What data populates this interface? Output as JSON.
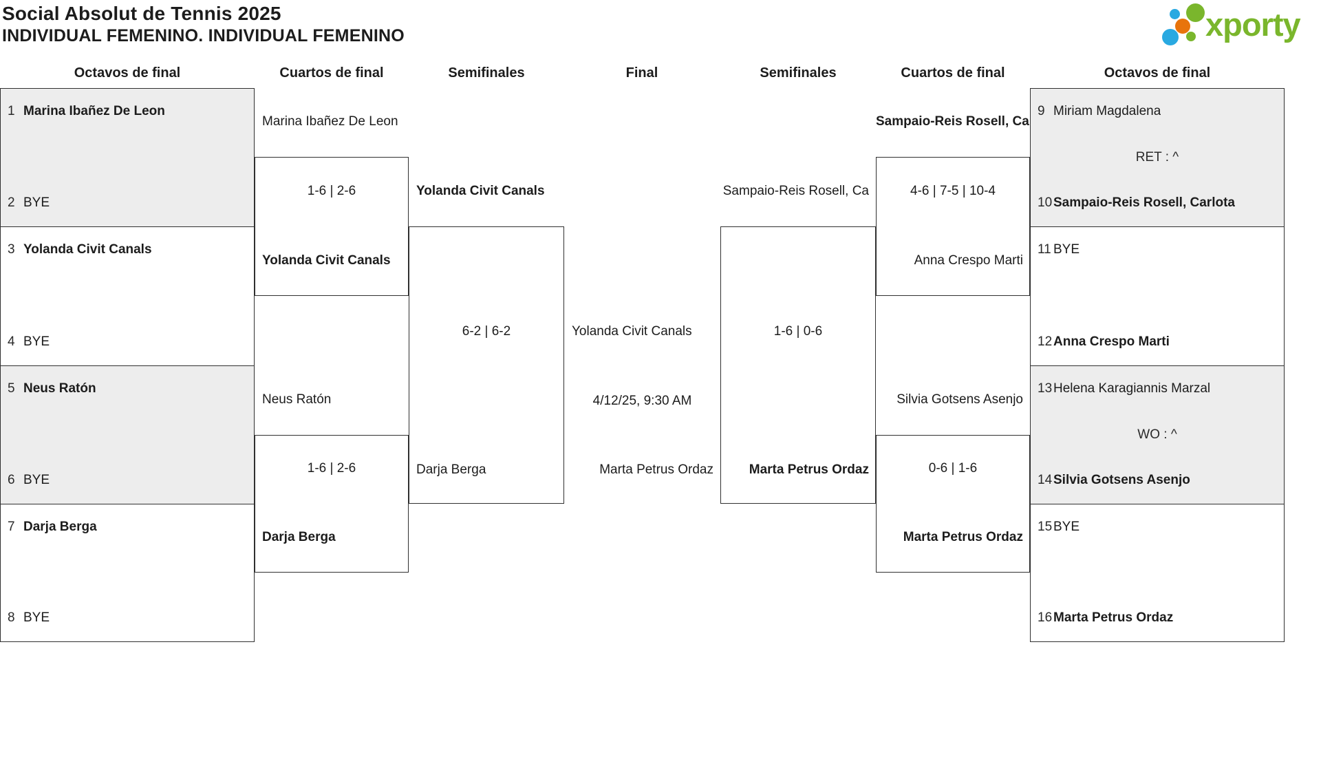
{
  "header": {
    "title_line1": "Social Absolut de Tennis 2025",
    "title_line2": "INDIVIDUAL FEMENINO. INDIVIDUAL FEMENINO",
    "logo": {
      "text": "xporty"
    }
  },
  "rounds": [
    {
      "label": "Octavos de final"
    },
    {
      "label": "Cuartos de final"
    },
    {
      "label": "Semifinales"
    },
    {
      "label": "Final"
    },
    {
      "label": "Semifinales"
    },
    {
      "label": "Cuartos de final"
    },
    {
      "label": "Octavos de final"
    }
  ],
  "octavos_left": [
    {
      "p1_seed": "1",
      "p1_name": "Marina Ibañez De Leon",
      "p1_bold": true,
      "note": "",
      "p2_seed": "2",
      "p2_name": "BYE",
      "p2_bold": false,
      "shaded": true
    },
    {
      "p1_seed": "3",
      "p1_name": "Yolanda Civit Canals",
      "p1_bold": true,
      "note": "",
      "p2_seed": "4",
      "p2_name": "BYE",
      "p2_bold": false,
      "shaded": false
    },
    {
      "p1_seed": "5",
      "p1_name": "Neus Ratón",
      "p1_bold": true,
      "note": "",
      "p2_seed": "6",
      "p2_name": "BYE",
      "p2_bold": false,
      "shaded": true
    },
    {
      "p1_seed": "7",
      "p1_name": "Darja Berga",
      "p1_bold": true,
      "note": "",
      "p2_seed": "8",
      "p2_name": "BYE",
      "p2_bold": false,
      "shaded": false
    }
  ],
  "octavos_right": [
    {
      "p1_seed": "9",
      "p1_name": "Miriam Magdalena",
      "p1_bold": false,
      "note": "RET : ^",
      "p2_seed": "10",
      "p2_name": "Sampaio-Reis Rosell, Carlota",
      "p2_bold": true,
      "shaded": true
    },
    {
      "p1_seed": "11",
      "p1_name": "BYE",
      "p1_bold": false,
      "note": "",
      "p2_seed": "12",
      "p2_name": "Anna Crespo Marti",
      "p2_bold": true,
      "shaded": false
    },
    {
      "p1_seed": "13",
      "p1_name": "Helena Karagiannis Marzal",
      "p1_bold": false,
      "note": "WO : ^",
      "p2_seed": "14",
      "p2_name": "Silvia Gotsens Asenjo",
      "p2_bold": true,
      "shaded": true
    },
    {
      "p1_seed": "15",
      "p1_name": "BYE",
      "p1_bold": false,
      "note": "",
      "p2_seed": "16",
      "p2_name": "Marta Petrus Ordaz",
      "p2_bold": true,
      "shaded": false
    }
  ],
  "matches": {
    "qf_left_1": {
      "p1": "Marina Ibañez De Leon",
      "p1_bold": false,
      "score": "1-6 | 2-6",
      "p2": "Yolanda Civit Canals",
      "p2_bold": true
    },
    "qf_left_2": {
      "p1": "Neus Ratón",
      "p1_bold": false,
      "score": "1-6 | 2-6",
      "p2": "Darja Berga",
      "p2_bold": true
    },
    "sf_left": {
      "p1": "Yolanda Civit Canals",
      "p1_bold": true,
      "score": "6-2 | 6-2",
      "p2": "Darja Berga",
      "p2_bold": false
    },
    "final": {
      "p1": "Yolanda Civit Canals",
      "p1_bold": false,
      "schedule": "4/12/25, 9:30 AM",
      "p2": "Marta Petrus Ordaz",
      "p2_bold": false
    },
    "sf_right": {
      "p1": "Sampaio-Reis Rosell, Ca",
      "p1_bold": false,
      "score": "1-6 | 0-6",
      "p2": "Marta Petrus Ordaz",
      "p2_bold": true
    },
    "qf_right_1": {
      "p1": "Sampaio-Reis Rosell, Ca",
      "p1_bold": true,
      "score": "4-6 | 7-5 | 10-4",
      "p2": "Anna Crespo Marti",
      "p2_bold": false
    },
    "qf_right_2": {
      "p1": "Silvia Gotsens Asenjo",
      "p1_bold": false,
      "score": "0-6 | 1-6",
      "p2": "Marta Petrus Ordaz",
      "p2_bold": true
    }
  },
  "colors": {
    "brand_green": "#7ab62c",
    "dot_blue": "#29a9e1",
    "dot_orange": "#e8740c",
    "shaded_box": "#ededed",
    "box_border": "#2f2f2f",
    "text": "#1c1c1c"
  }
}
